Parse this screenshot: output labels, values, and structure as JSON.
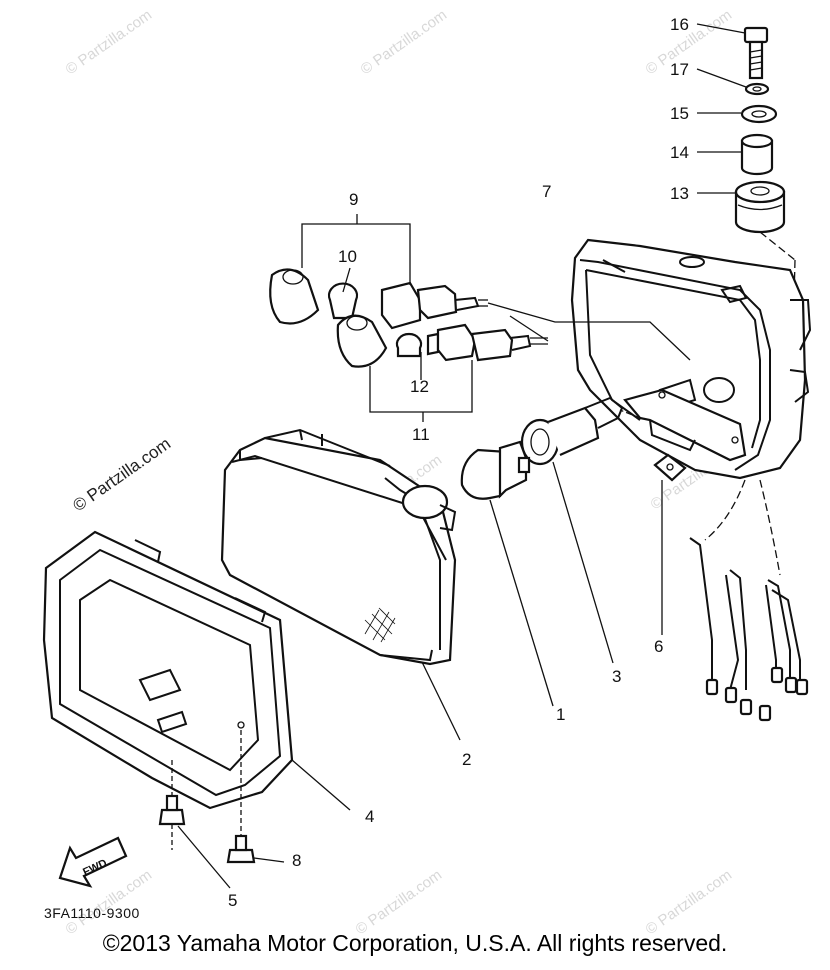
{
  "watermark": "© Partzilla.com",
  "diagram_code": "3FA1110-9300",
  "fwd_label": "FWD",
  "copyright": "©2013  Yamaha Motor Corporation, U.S.A. All rights reserved.",
  "callouts": {
    "c1": "1",
    "c2": "2",
    "c3": "3",
    "c4": "4",
    "c5": "5",
    "c6": "6",
    "c7": "7",
    "c8": "8",
    "c9": "9",
    "c10": "10",
    "c11": "11",
    "c12": "12",
    "c13": "13",
    "c14": "14",
    "c15": "15",
    "c16": "16",
    "c17": "17"
  }
}
